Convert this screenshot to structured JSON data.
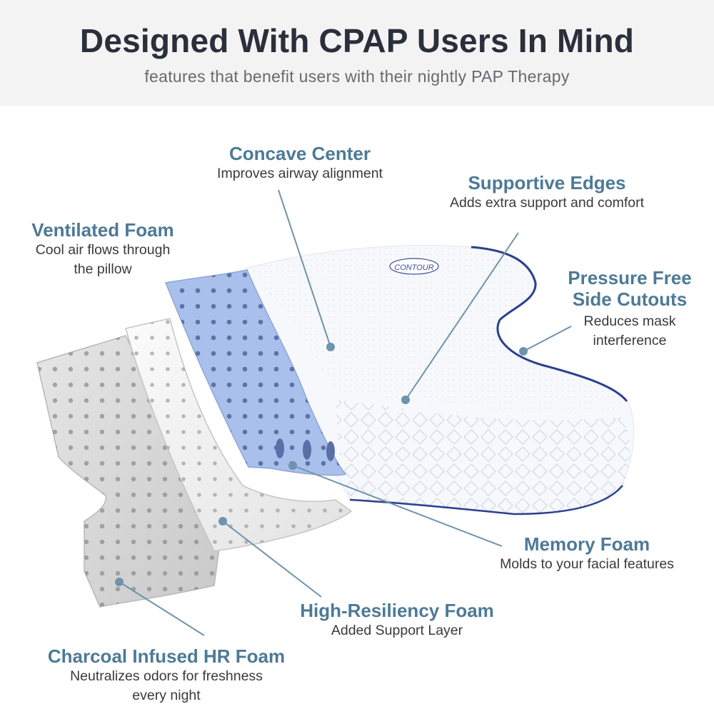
{
  "header": {
    "title": "Designed With CPAP Users In Mind",
    "subtitle": "features that benefit users with their nightly PAP Therapy"
  },
  "pillow_brand_mark": "CONTOUR",
  "features": {
    "concave_center": {
      "title": "Concave Center",
      "description": "Improves airway alignment"
    },
    "supportive_edges": {
      "title": "Supportive Edges",
      "description": "Adds extra support and comfort"
    },
    "ventilated_foam": {
      "title": "Ventilated Foam",
      "description_line1": "Cool air flows through",
      "description_line2": "the pillow"
    },
    "pressure_free": {
      "title_line1": "Pressure Free",
      "title_line2": "Side Cutouts",
      "description_line1": "Reduces mask",
      "description_line2": "interference"
    },
    "memory_foam": {
      "title": "Memory Foam",
      "description": "Molds to your facial features"
    },
    "high_resiliency": {
      "title": "High-Resiliency Foam",
      "description": "Added Support Layer"
    },
    "charcoal": {
      "title": "Charcoal Infused HR Foam",
      "description_line1": "Neutralizes odors for freshness",
      "description_line2": "every night"
    }
  },
  "colors": {
    "header_background": "#f3f3f3",
    "title": "#2a2f3b",
    "accent_label": "#4d7a96",
    "callout_line": "#6f93ad",
    "memory_foam": "#a9c0ec",
    "piping": "#2b3f8f"
  }
}
